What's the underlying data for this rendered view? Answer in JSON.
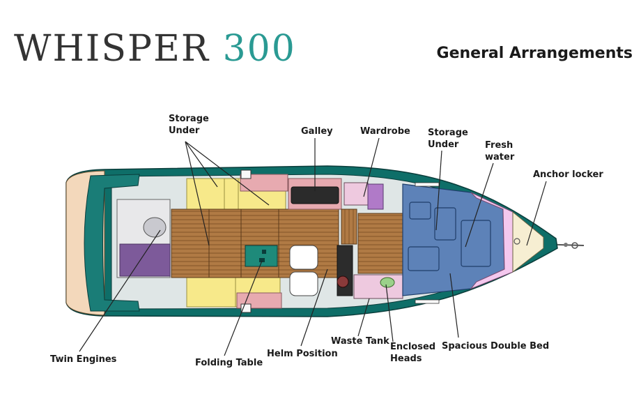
{
  "header": {
    "brand_word": "WHISPER",
    "brand_number": "300",
    "subtitle": "General Arrangements"
  },
  "labels": {
    "storage_under_aft": [
      "Storage",
      "Under"
    ],
    "galley": "Galley",
    "wardrobe": "Wardrobe",
    "storage_under_fwd": [
      "Storage",
      "Under"
    ],
    "fresh_water": [
      "Fresh",
      "water"
    ],
    "anchor_locker": "Anchor locker",
    "twin_engines": "Twin Engines",
    "folding_table": "Folding Table",
    "helm_position": "Helm Position",
    "waste_tank": "Waste Tank",
    "enclosed_heads": [
      "Enclosed",
      "Heads"
    ],
    "spacious_double_bed": "Spacious Double Bed"
  },
  "colors": {
    "brand_text": "#333333",
    "brand_accent": "#2a9a93",
    "hull_teal": "#0e6e68",
    "aft_deck_tan": "#f3d8bb",
    "cushion_yellow": "#f7e98a",
    "teak": "#b07a44",
    "berth_blue": "#5d82b8",
    "storage_pink": "#eec9df",
    "galley_pink": "#e7aab0"
  }
}
